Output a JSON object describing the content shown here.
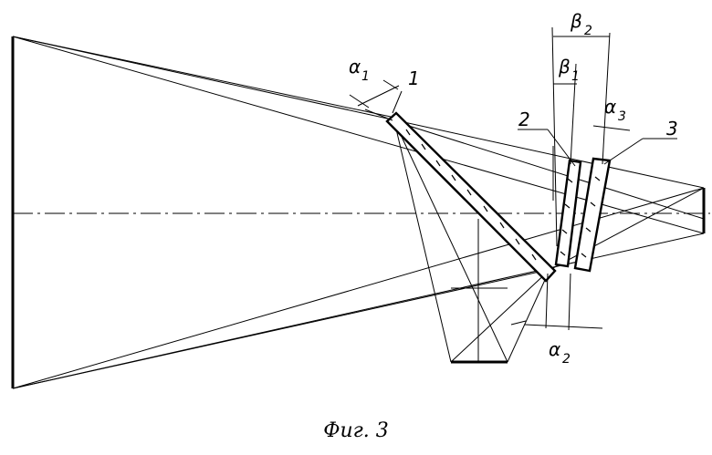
{
  "figure": {
    "caption": "Фиг. 3",
    "element_labels": [
      "1",
      "2",
      "3"
    ],
    "angle_labels": {
      "alpha1": {
        "sym": "α",
        "sub": "1"
      },
      "alpha2": {
        "sym": "α",
        "sub": "2"
      },
      "alpha3": {
        "sym": "α",
        "sub": "3"
      },
      "beta1": {
        "sym": "β",
        "sub": "1"
      },
      "beta2": {
        "sym": "β",
        "sub": "2"
      }
    }
  }
}
